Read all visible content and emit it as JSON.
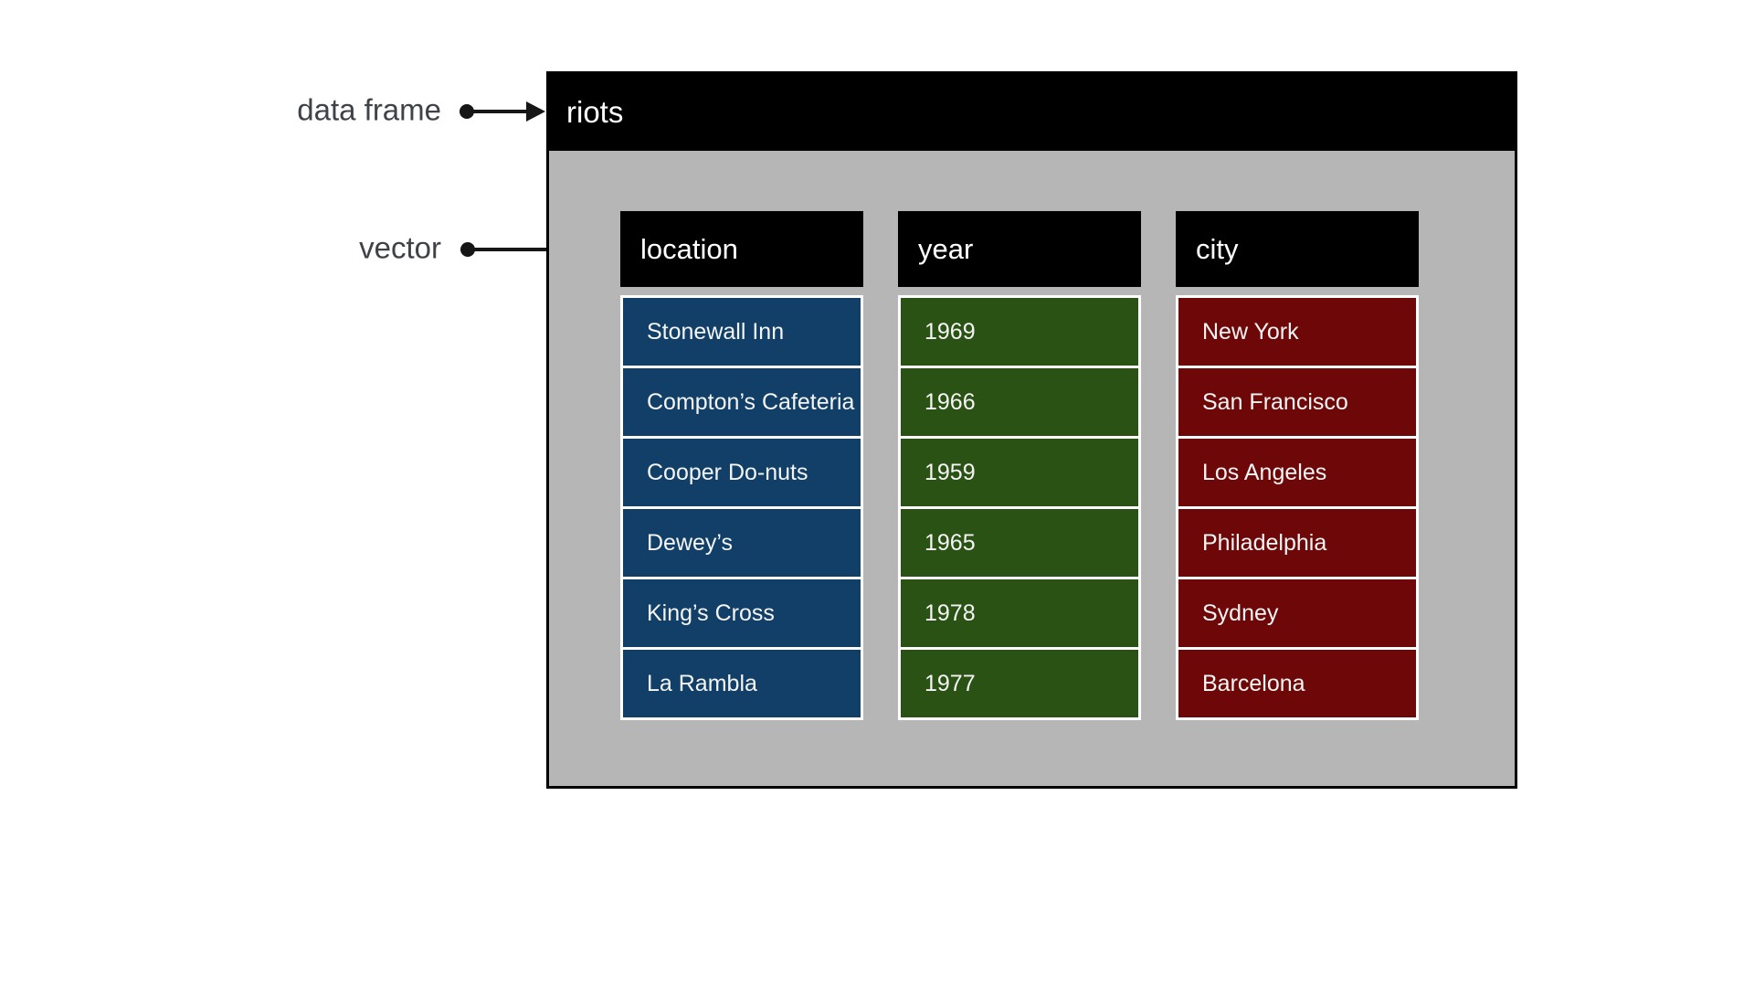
{
  "labels": {
    "data_frame": "data frame",
    "vector": "vector"
  },
  "frame": {
    "title": "riots"
  },
  "columns": [
    {
      "name": "location",
      "color": "#113f67",
      "values": [
        "Stonewall Inn",
        "Compton’s Cafeteria",
        "Cooper Do-nuts",
        "Dewey’s",
        "King’s Cross",
        "La Rambla"
      ]
    },
    {
      "name": "year",
      "color": "#2a5214",
      "values": [
        "1969",
        "1966",
        "1959",
        "1965",
        "1978",
        "1977"
      ]
    },
    {
      "name": "city",
      "color": "#6e0808",
      "values": [
        "New York",
        "San Francisco",
        "Los Angeles",
        "Philadelphia",
        "Sydney",
        "Barcelona"
      ]
    }
  ],
  "colors": {
    "frame_bg": "#b6b6b6",
    "frame_border": "#000000",
    "header_bg": "#000000",
    "header_text": "#ffffff",
    "cell_border": "#ffffff",
    "cell_text": "#f5f5f5",
    "label_text": "#3f4247",
    "arrow": "#161616"
  }
}
